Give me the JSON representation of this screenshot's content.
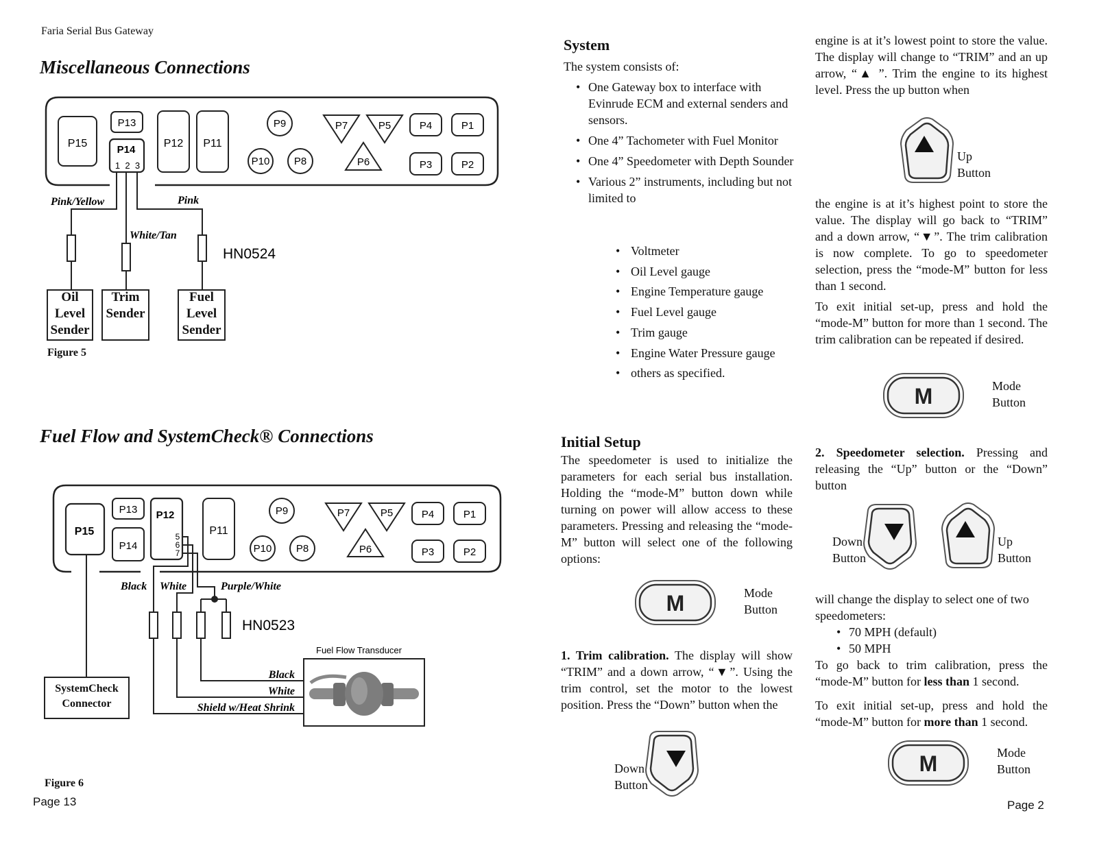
{
  "left": {
    "header": "Faria Serial Bus Gateway",
    "fig5": {
      "heading": "Miscellaneous Connections",
      "ports": [
        "P15",
        "P13",
        "P14",
        "P12",
        "P11",
        "P9",
        "P10",
        "P8",
        "P7",
        "P5",
        "P6",
        "P4",
        "P1",
        "P3",
        "P2"
      ],
      "p14_pins": "1  2  3",
      "wire_labels": [
        "Pink/Yellow",
        "Pink",
        "White/Tan"
      ],
      "connector_code": "HN0524",
      "senders": [
        "Oil Level Sender",
        "Trim Sender",
        "Fuel Level Sender"
      ],
      "caption": "Figure 5"
    },
    "fig6": {
      "heading": "Fuel Flow and SystemCheck® Connections",
      "ports": [
        "P15",
        "P13",
        "P14",
        "P12",
        "P11",
        "P9",
        "P10",
        "P8",
        "P7",
        "P5",
        "P6",
        "P4",
        "P1",
        "P3",
        "P2"
      ],
      "p12_pins": [
        "5",
        "6",
        "7"
      ],
      "wire_labels": [
        "Black",
        "White",
        "Purple/White"
      ],
      "connector_code": "HN0523",
      "transducer_label": "Fuel Flow Transducer",
      "transducer_wires": [
        "Black",
        "White",
        "Shield w/Heat Shrink"
      ],
      "systemcheck": "SystemCheck Connector",
      "caption": "Figure 6"
    },
    "page_number": "Page 13"
  },
  "right": {
    "system": {
      "heading": "System",
      "intro": "The system consists of:",
      "items": [
        "One Gateway box to interface with Evinrude ECM and external senders and sensors.",
        "One  4” Tachometer with Fuel Monitor",
        "One 4” Speedometer with Depth Sounder",
        "Various 2”  instruments, including but not limited to"
      ],
      "sub_items": [
        "Voltmeter",
        "Oil Level gauge",
        "Engine Temperature gauge",
        "Fuel Level gauge",
        "Trim gauge",
        "Engine Water Pressure gauge",
        "others as specified."
      ]
    },
    "initial_setup": {
      "heading": "Initial Setup",
      "para": "The speedometer is used to initialize the parameters for each serial bus installation. Holding the “mode-M” button down while turning on power will allow access to these parameters. Pressing and releasing the “mode-M” button will select one of the following options:",
      "trim_lead": "1. Trim calibration.",
      "trim_text_a": "The display will show “TRIM” and a down arrow, “",
      "trim_text_b": "”. Using the trim control, set the motor to the lowest position. Press  the “Down” button when the"
    },
    "col3": {
      "p1a": "engine is at it’s lowest point to store the value. The display will change to “TRIM” and an up arrow, “",
      "p1b": " ”. Trim the engine to its highest level. Press the up button when",
      "p2a": "the engine is at it’s highest point to store the value. The display will go back to “TRIM” and a down arrow, “",
      "p2b": "”. The trim calibration is now complete. To go to speedometer selection, press the “mode-M” button for less than 1 second.",
      "p3": "To exit initial set-up, press and hold the “mode-M” button for more than 1 second. The trim calibration can be repeated if desired.",
      "speedo_lead": "2. Speedometer selection.",
      "speedo_text": "Pressing and releasing the “Up” button or the “Down” button",
      "speedo_after": "will change the display to select one of two speedometers:",
      "speeds": [
        "70 MPH  (default)",
        "50 MPH"
      ],
      "back_a": "To go back to trim calibration, press the “mode-M” button for ",
      "back_b": "less than",
      "back_c": " 1 second.",
      "exit_a": "To exit initial set-up, press and hold the “mode-M” button for ",
      "exit_b": "more than",
      "exit_c": " 1 second."
    },
    "buttons": {
      "up_line1": "Up",
      "up_line2": "Button",
      "down_line1": "Down",
      "down_line2": "Button",
      "mode_line1": "Mode",
      "mode_line2": "Button",
      "mode_glyph": "M"
    },
    "page_number": "Page 2"
  }
}
